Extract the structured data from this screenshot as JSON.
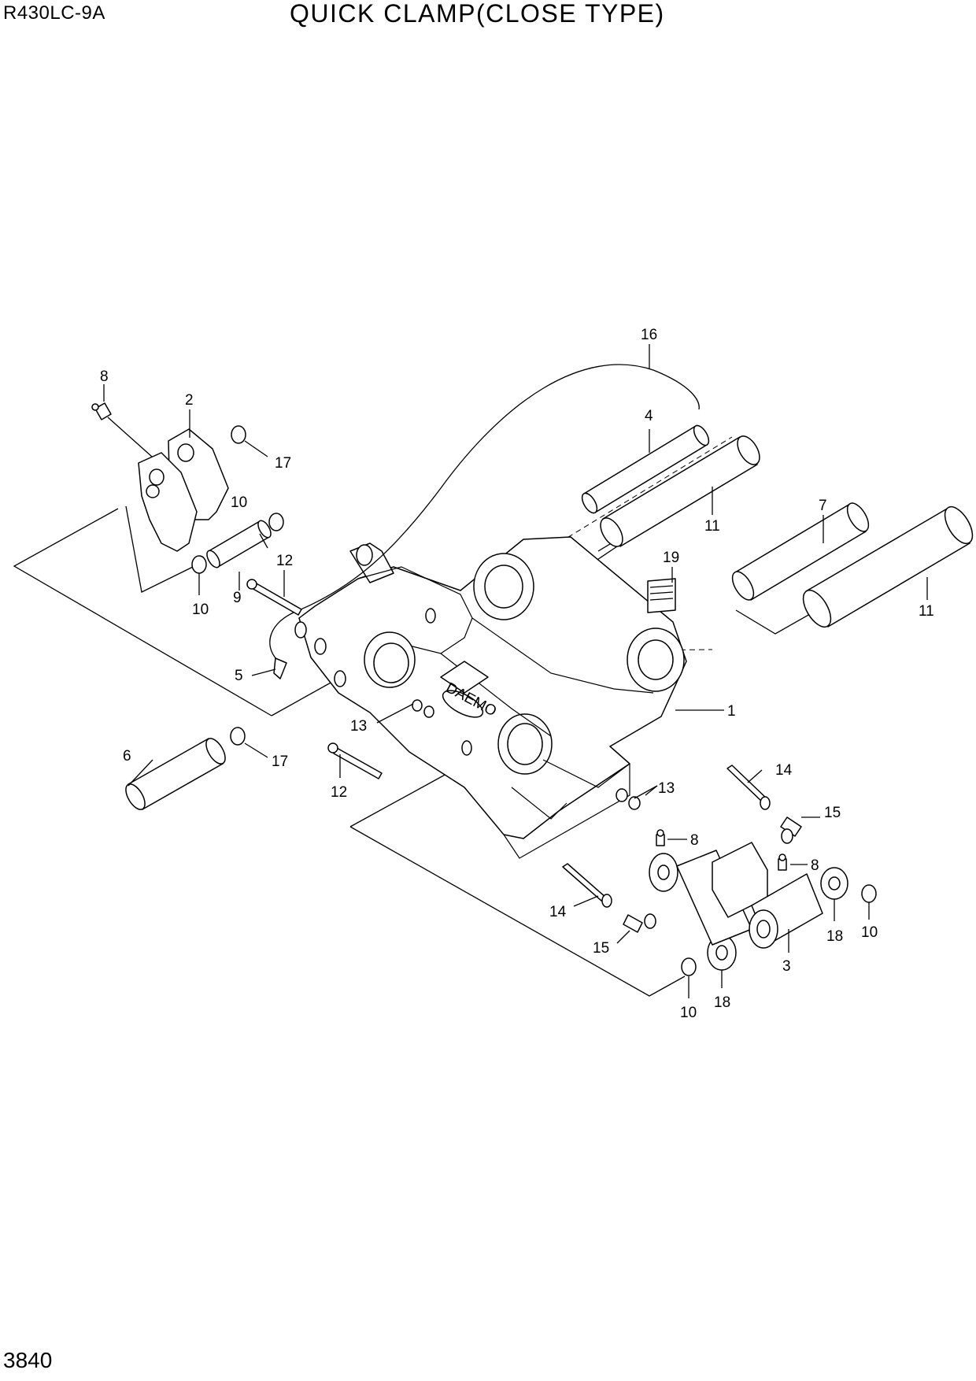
{
  "header": {
    "model": "R430LC-9A",
    "title": "QUICK CLAMP(CLOSE TYPE)"
  },
  "footer": {
    "page_number": "3840"
  },
  "logo_text": "DAEMO",
  "callouts": [
    {
      "id": "c16",
      "label": "16"
    },
    {
      "id": "c8a",
      "label": "8"
    },
    {
      "id": "c2",
      "label": "2"
    },
    {
      "id": "c17a",
      "label": "17"
    },
    {
      "id": "c4",
      "label": "4"
    },
    {
      "id": "c11a",
      "label": "11"
    },
    {
      "id": "c10a",
      "label": "10"
    },
    {
      "id": "c7",
      "label": "7"
    },
    {
      "id": "c12a",
      "label": "12"
    },
    {
      "id": "c9",
      "label": "9"
    },
    {
      "id": "c10b",
      "label": "10"
    },
    {
      "id": "c19",
      "label": "19"
    },
    {
      "id": "c11b",
      "label": "11"
    },
    {
      "id": "c5",
      "label": "5"
    },
    {
      "id": "c1",
      "label": "1"
    },
    {
      "id": "c13a",
      "label": "13"
    },
    {
      "id": "c6",
      "label": "6"
    },
    {
      "id": "c17b",
      "label": "17"
    },
    {
      "id": "c12b",
      "label": "12"
    },
    {
      "id": "c14a",
      "label": "14"
    },
    {
      "id": "c13b",
      "label": "13"
    },
    {
      "id": "c15a",
      "label": "15"
    },
    {
      "id": "c8b",
      "label": "8"
    },
    {
      "id": "c8c",
      "label": "8"
    },
    {
      "id": "c14b",
      "label": "14"
    },
    {
      "id": "c10c",
      "label": "10"
    },
    {
      "id": "c18a",
      "label": "18"
    },
    {
      "id": "c15b",
      "label": "15"
    },
    {
      "id": "c3",
      "label": "3"
    },
    {
      "id": "c18b",
      "label": "18"
    },
    {
      "id": "c10d",
      "label": "10"
    }
  ]
}
